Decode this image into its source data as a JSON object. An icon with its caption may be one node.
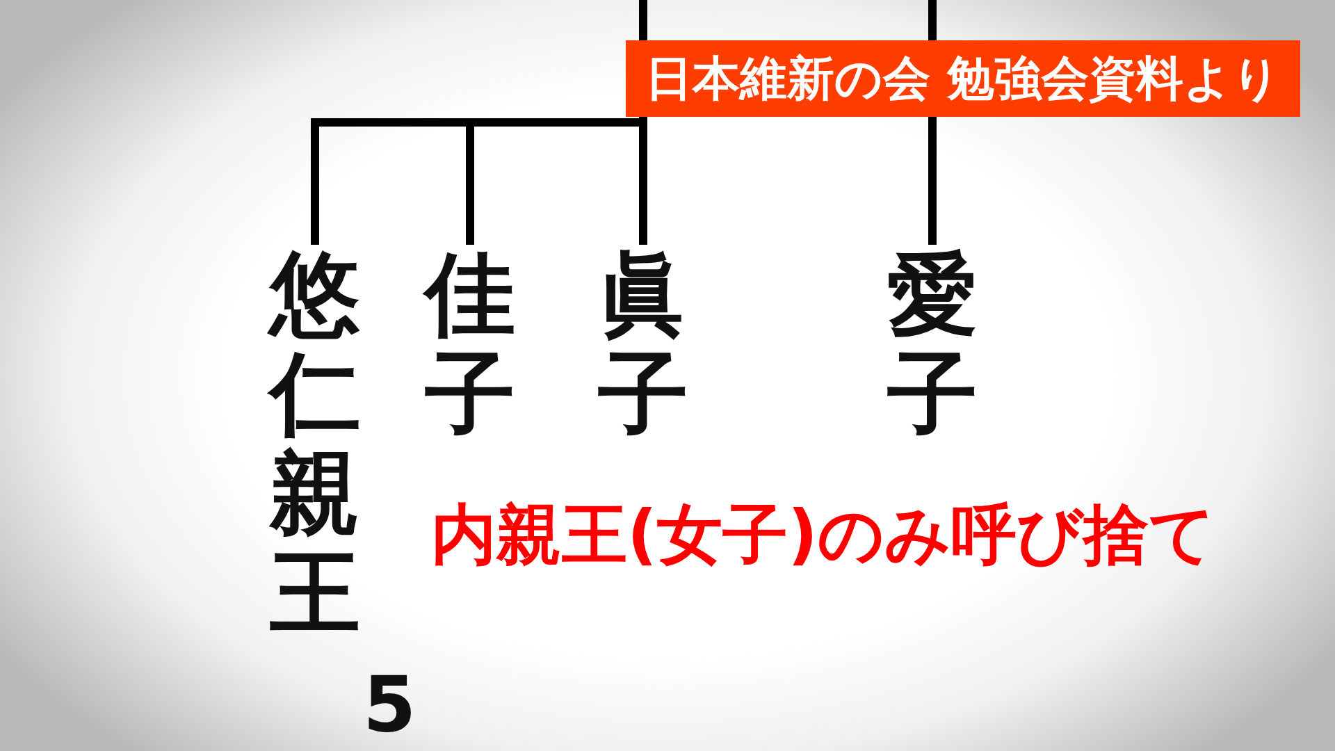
{
  "diagram": {
    "nodes": [
      {
        "text": [
          "悠仁親王"
        ]
      },
      {
        "text": [
          "佳子"
        ]
      },
      {
        "text": [
          "眞子"
        ]
      },
      {
        "text": [
          "愛子"
        ]
      }
    ],
    "edges": [
      {
        "from": null,
        "to": 0,
        "arrow": "none"
      },
      {
        "from": null,
        "to": 1,
        "arrow": "none"
      },
      {
        "from": null,
        "to": 2,
        "arrow": "none"
      },
      {
        "from": null,
        "to": 3,
        "arrow": "none"
      }
    ],
    "labels": [
      "日本維新の会 勉強会資料より",
      "内親王(女子)のみ呼び捨て",
      "5"
    ]
  }
}
